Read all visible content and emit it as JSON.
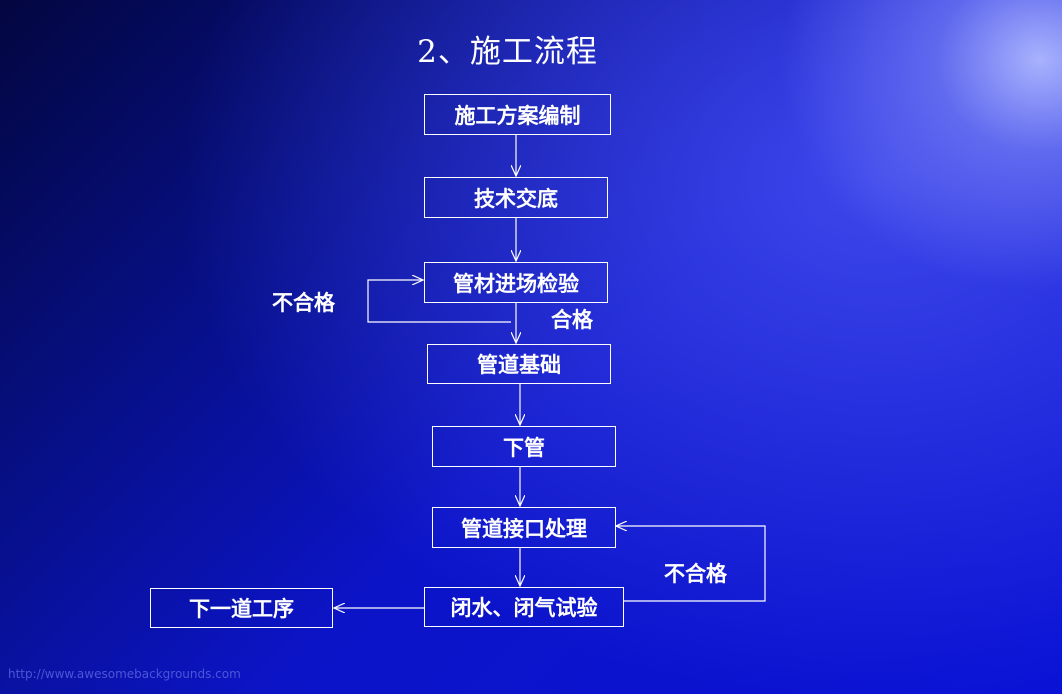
{
  "title": "2、施工流程",
  "steps": {
    "plan": "施工方案编制",
    "briefing": "技术交底",
    "inspection": "管材进场检验",
    "foundation": "管道基础",
    "lowering": "下管",
    "joint": "管道接口处理",
    "test": "闭水、闭气试验",
    "next": "下一道工序"
  },
  "labels": {
    "fail_1": "不合格",
    "pass": "合格",
    "fail_2": "不合格"
  },
  "footer": "http://www.awesomebackgrounds.com"
}
